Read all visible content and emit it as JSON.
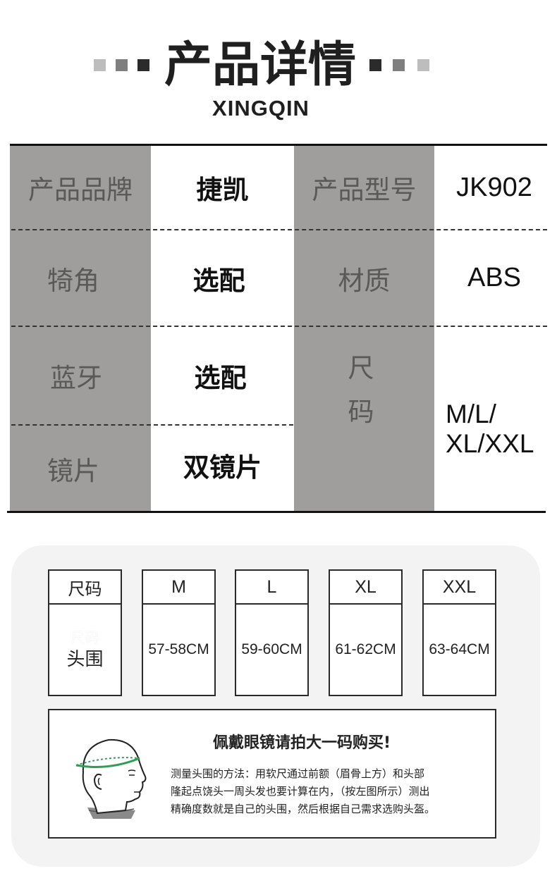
{
  "header": {
    "title": "产品详情",
    "subtitle": "XINGQIN",
    "square_colors": [
      "#bdbdbd",
      "#7f7f7f",
      "#2b2b2b"
    ]
  },
  "spec_table": {
    "brand_label": "产品品牌",
    "brand_value": "捷凯",
    "model_label": "产品型号",
    "model_value": "JK902",
    "horn_label": "犄角",
    "horn_value": "选配",
    "material_label": "材质",
    "material_value": "ABS",
    "bluetooth_label": "蓝牙",
    "bluetooth_value": "选配",
    "size_label_1": "尺",
    "size_label_2": "码",
    "size_value_1": "M/L/",
    "size_value_2": "XL/XXL",
    "lens_label": "镜片",
    "lens_value": "双镜片",
    "label_bg_color": "#a09d9d"
  },
  "size_chart": {
    "header_label": "尺码",
    "row_ghost_label": "尺码",
    "row_label": "头围",
    "columns": [
      {
        "size": "M",
        "range": "57-58CM"
      },
      {
        "size": "L",
        "range": "59-60CM"
      },
      {
        "size": "XL",
        "range": "61-62CM"
      },
      {
        "size": "XXL",
        "range": "63-64CM"
      }
    ]
  },
  "measure": {
    "title": "佩戴眼镜请拍大一码购买!",
    "lines": [
      "测量头围的方法：用软尺通过前额（眉骨上方）和头部",
      "隆起点饶头一周头发也要计算在内，（按左图所示）测出",
      "精确度数就是自己的头围，然后根据自己需求选购头盔。"
    ],
    "tape_color": "#2e9e55"
  }
}
